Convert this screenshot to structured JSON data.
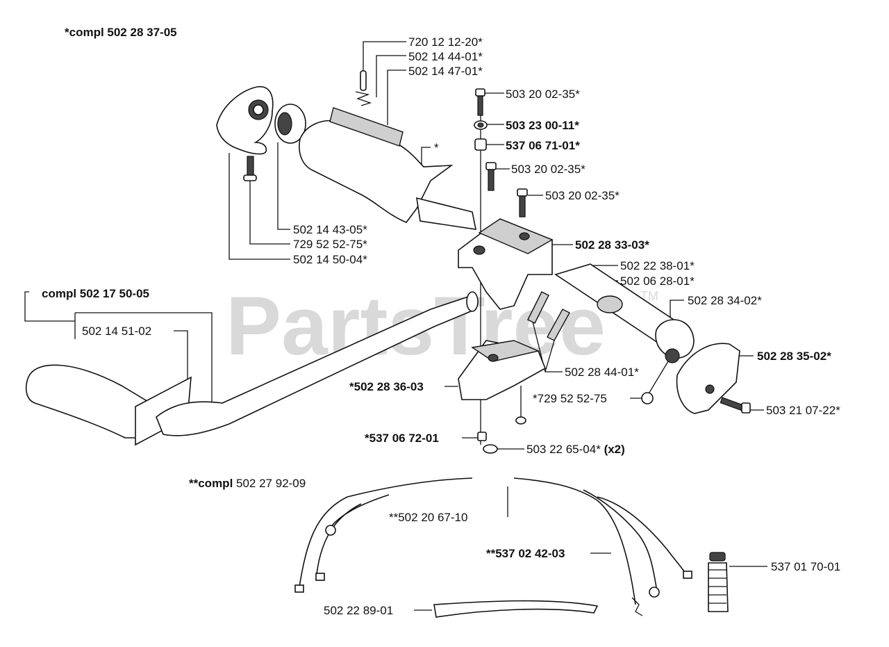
{
  "watermark": {
    "text": "PartsTree",
    "tm": "TM"
  },
  "labels": {
    "compl_502_28_37_05": "*compl 502 28 37-05",
    "p720_12_12_20": "720 12 12-20*",
    "p502_14_44_01": "502 14 44-01*",
    "p502_14_47_01": "502 14 47-01*",
    "p503_20_02_35_a": "503 20 02-35*",
    "p503_23_00_11": "503 23 00-11*",
    "p537_06_71_01": "537 06 71-01*",
    "star": "*",
    "p503_20_02_35_b": "503 20 02-35*",
    "p503_20_02_35_c": "503 20 02-35*",
    "p502_14_43_05": "502 14 43-05*",
    "p729_52_52_75_a": "729 52 52-75*",
    "p502_14_50_04": "502 14 50-04*",
    "p502_28_33_03": "502 28 33-03*",
    "p502_22_38_01": "502 22 38-01*",
    "p502_06_28_01": "502 06 28-01*",
    "p502_28_34_02": "502 28 34-02*",
    "compl_502_17_50_05": "compl 502 17 50-05",
    "p502_14_51_02": "502 14 51-02",
    "p502_28_35_02": "502 28 35-02*",
    "p502_28_44_01": "502 28 44-01*",
    "p502_28_36_03": "*502 28 36-03",
    "p729_52_52_75_b": "*729 52 52-75",
    "p503_21_07_22": "503 21 07-22*",
    "p537_06_72_01": "*537 06 72-01",
    "p503_22_65_04": "503 22 65-04*",
    "x2": "(x2)",
    "compl_prefix": "**compl",
    "compl_502_27_92_09": " 502 27 92-09",
    "p502_20_67_10": "**502 20 67-10",
    "p537_02_42_03": "**537 02 42-03",
    "p537_01_70_01": "537 01 70-01",
    "p502_22_89_01": "502 22 89-01"
  }
}
